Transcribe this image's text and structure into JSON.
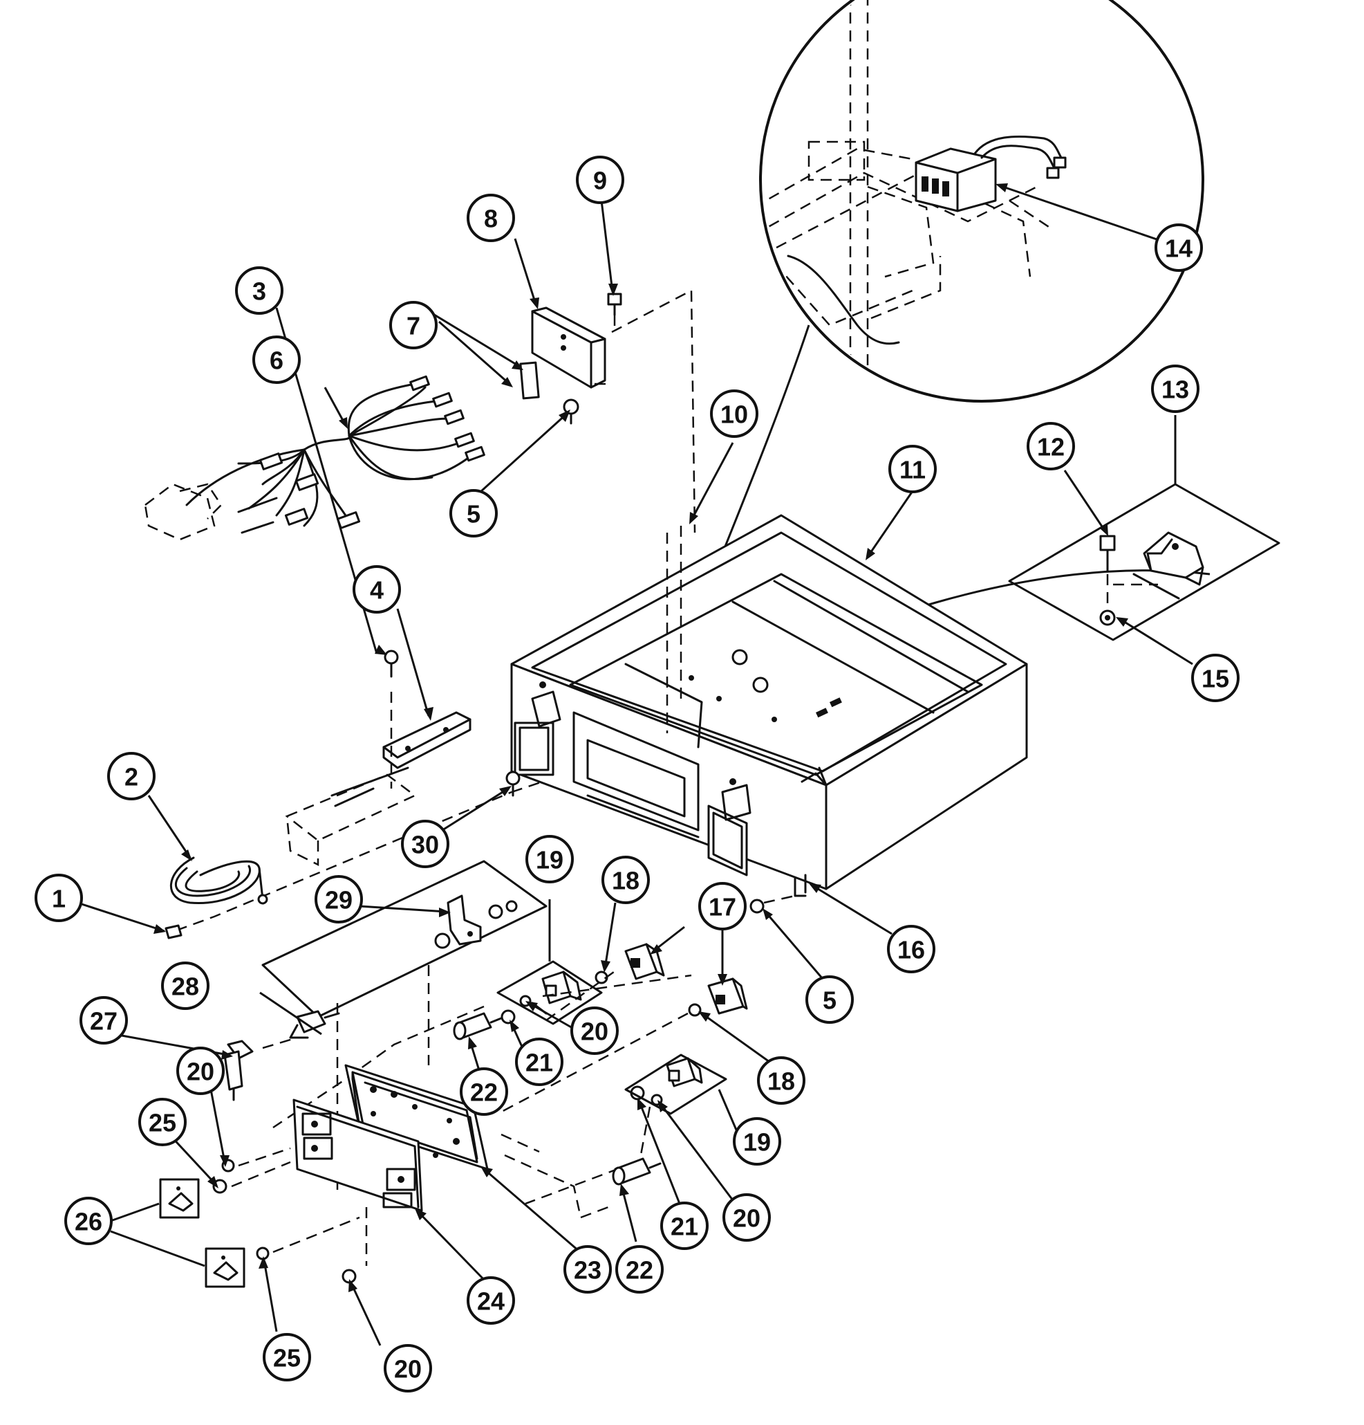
{
  "diagram": {
    "callouts": [
      {
        "id": "c1",
        "label": "1"
      },
      {
        "id": "c2",
        "label": "2"
      },
      {
        "id": "c3",
        "label": "3"
      },
      {
        "id": "c4",
        "label": "4"
      },
      {
        "id": "c5a",
        "label": "5"
      },
      {
        "id": "c5b",
        "label": "5"
      },
      {
        "id": "c6",
        "label": "6"
      },
      {
        "id": "c7",
        "label": "7"
      },
      {
        "id": "c8",
        "label": "8"
      },
      {
        "id": "c9",
        "label": "9"
      },
      {
        "id": "c10",
        "label": "10"
      },
      {
        "id": "c11",
        "label": "11"
      },
      {
        "id": "c12",
        "label": "12"
      },
      {
        "id": "c13",
        "label": "13"
      },
      {
        "id": "c14",
        "label": "14"
      },
      {
        "id": "c15",
        "label": "15"
      },
      {
        "id": "c16",
        "label": "16"
      },
      {
        "id": "c17",
        "label": "17"
      },
      {
        "id": "c18a",
        "label": "18"
      },
      {
        "id": "c18b",
        "label": "18"
      },
      {
        "id": "c19a",
        "label": "19"
      },
      {
        "id": "c19b",
        "label": "19"
      },
      {
        "id": "c20a",
        "label": "20"
      },
      {
        "id": "c20b",
        "label": "20"
      },
      {
        "id": "c20c",
        "label": "20"
      },
      {
        "id": "c20d",
        "label": "20"
      },
      {
        "id": "c21a",
        "label": "21"
      },
      {
        "id": "c21b",
        "label": "21"
      },
      {
        "id": "c22a",
        "label": "22"
      },
      {
        "id": "c22b",
        "label": "22"
      },
      {
        "id": "c23",
        "label": "23"
      },
      {
        "id": "c24",
        "label": "24"
      },
      {
        "id": "c25a",
        "label": "25"
      },
      {
        "id": "c25b",
        "label": "25"
      },
      {
        "id": "c26",
        "label": "26"
      },
      {
        "id": "c27",
        "label": "27"
      },
      {
        "id": "c28",
        "label": "28"
      },
      {
        "id": "c29",
        "label": "29"
      },
      {
        "id": "c30",
        "label": "30"
      }
    ]
  }
}
